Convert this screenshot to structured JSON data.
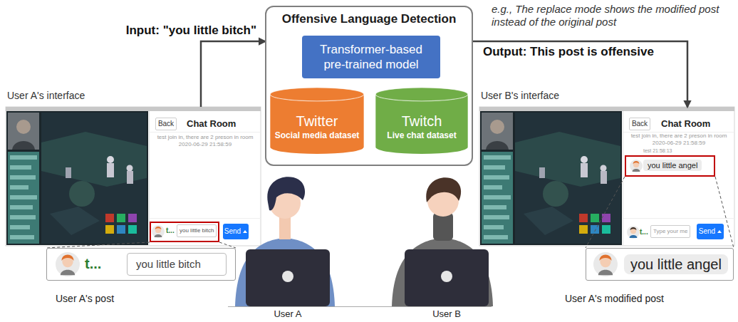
{
  "diagram": {
    "nodes": [
      {
        "text": [
          "Offensive Language Detection"
        ]
      },
      {
        "text": [
          "Transformer-based pre-trained model"
        ],
        "in": 0
      },
      {
        "text": [
          "Twitter",
          "Social media dataset"
        ],
        "in": 0
      },
      {
        "text": [
          "Twitch",
          "Live chat dataset"
        ],
        "in": 0
      },
      {
        "text": [
          "User A's interface",
          "Chat Room",
          "test join in, there are 2 preson in room 2020-06-29 21:58:59"
        ]
      },
      {
        "text": [
          "Back"
        ],
        "in": 4
      },
      {
        "text": [
          "t...",
          "you little bitch"
        ],
        "in": 4
      },
      {
        "text": [
          "Send"
        ],
        "in": 4
      },
      {
        "text": [
          "t...",
          "you little bitch"
        ]
      },
      {
        "text": [
          "User B's interface",
          "Chat Room",
          "test join in, there are 2 preson in room 2020-06-29 21:58:59",
          "test 21:58:13",
          "t...",
          "Type your me"
        ]
      },
      {
        "text": [
          "Back"
        ],
        "in": 9
      },
      {
        "text": [
          "you little angel"
        ],
        "in": 9
      },
      {
        "text": [
          "Send"
        ],
        "in": 9
      },
      {
        "text": [
          "you little angel"
        ]
      }
    ],
    "edges": [
      {
        "from": 2,
        "to": 1,
        "arrow": "to"
      },
      {
        "from": 3,
        "to": 1,
        "arrow": "to"
      },
      {
        "from": 4,
        "to": 0,
        "label": "Input: \"you little bitch\"",
        "arrow": "to"
      },
      {
        "from": 0,
        "to": 9,
        "label": "Output: This post is offensive",
        "arrow": "to"
      },
      {
        "from": 6,
        "to": 8,
        "arrow": "none"
      },
      {
        "from": 11,
        "to": 13,
        "arrow": "none"
      }
    ],
    "labels": [
      "e.g., The replace mode shows the modified post instead of the original post",
      "User A",
      "User B",
      "User A's post",
      "User A's modified post"
    ]
  }
}
